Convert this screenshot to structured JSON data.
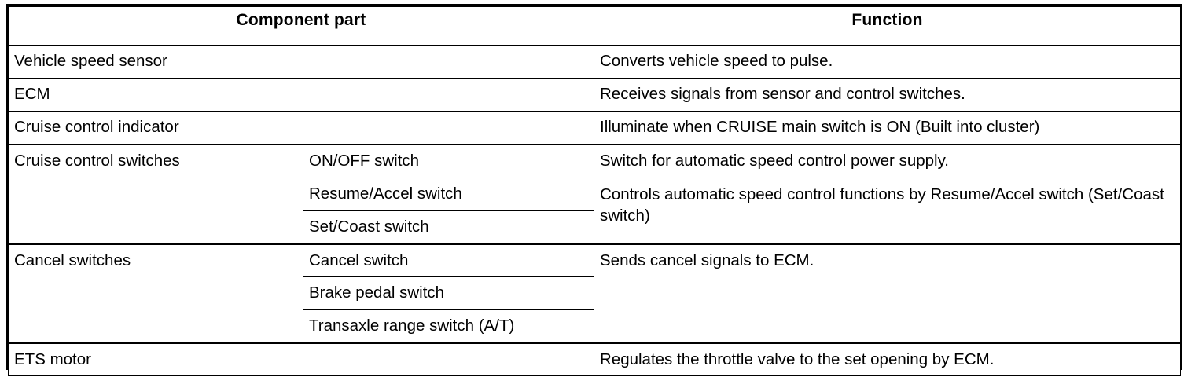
{
  "table": {
    "headers": {
      "component": "Component part",
      "function": "Function"
    },
    "rows": [
      {
        "id": "vehicle-speed-sensor",
        "component": "Vehicle speed sensor",
        "sub": null,
        "function": "Converts vehicle speed to pulse."
      },
      {
        "id": "ecm",
        "component": "ECM",
        "sub": null,
        "function": "Receives signals from sensor and control switches."
      },
      {
        "id": "cruise-control-indicator",
        "component": "Cruise control indicator",
        "sub": null,
        "function": "Illuminate when CRUISE main switch is ON (Built into cluster)"
      },
      {
        "id": "cruise-control-switches-onoff",
        "component": "Cruise control switches",
        "sub": "ON/OFF switch",
        "function": "Switch for automatic speed control power supply."
      },
      {
        "id": "cruise-control-switches-resume-accel",
        "component": null,
        "sub": "Resume/Accel switch",
        "function": "Controls automatic speed control functions by Resume/Accel switch (Set/Coast switch)"
      },
      {
        "id": "cruise-control-switches-set-coast",
        "component": null,
        "sub": "Set/Coast switch",
        "function": null
      },
      {
        "id": "cancel-switches-cancel",
        "component": "Cancel switches",
        "sub": "Cancel switch",
        "function": "Sends cancel signals to ECM."
      },
      {
        "id": "cancel-switches-brake-pedal",
        "component": null,
        "sub": "Brake pedal switch",
        "function": null
      },
      {
        "id": "cancel-switches-transaxle-range",
        "component": null,
        "sub": "Transaxle range switch (A/T)",
        "function": null
      },
      {
        "id": "ets-motor",
        "component": "ETS motor",
        "sub": null,
        "function": "Regulates the throttle valve to the set opening by ECM."
      }
    ],
    "colors": {
      "border": "#000000",
      "background": "#ffffff",
      "text": "#000000"
    }
  }
}
